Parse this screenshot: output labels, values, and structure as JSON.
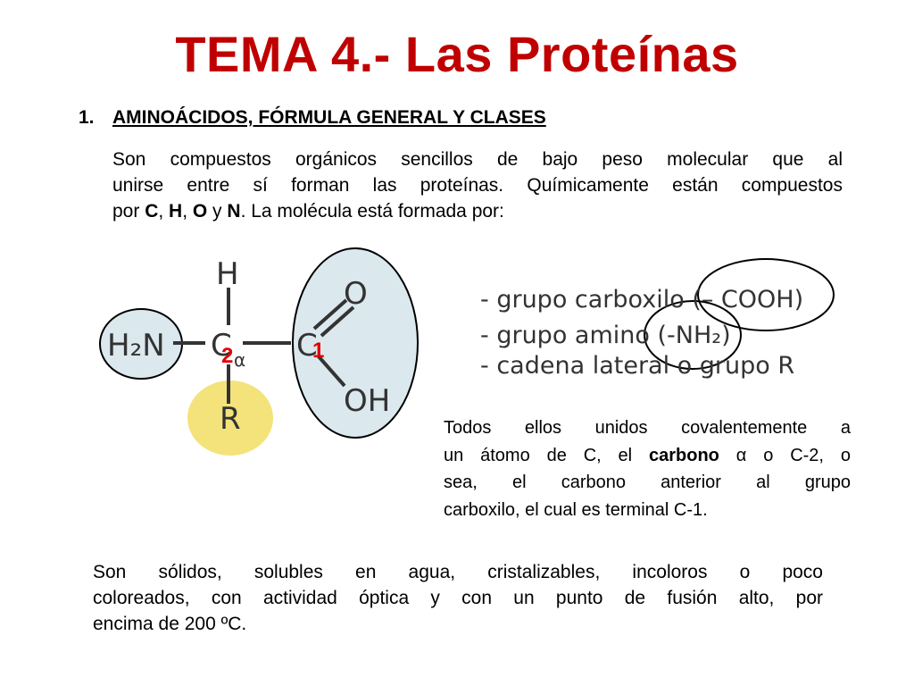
{
  "title": "TEMA 4.- Las Proteínas",
  "section": {
    "number": "1.",
    "heading": "AMINOÁCIDOS, FÓRMULA GENERAL Y CLASES"
  },
  "intro": {
    "l1": "Son compuestos orgánicos sencillos de bajo peso molecular que al",
    "l2": "unirse entre sí forman las proteínas. Químicamente están compuestos",
    "p3a": "por ",
    "C": "C",
    "sep1": ", ",
    "H": "H",
    "sep2": ", ",
    "O": "O",
    "sep3": " y ",
    "N": "N",
    "p3b": ". La molécula está formada por:"
  },
  "molecule": {
    "H": "H",
    "H2N": "H₂N",
    "C": "C",
    "alpha": "α",
    "R": "R",
    "C1": "C",
    "O": "O",
    "OH": "OH",
    "num2": "2",
    "num1": "1"
  },
  "groups": {
    "carboxyl": "- grupo carboxilo (– COOH)",
    "amino": "- grupo amino (-NH₂)",
    "side": "- cadena lateral o grupo R"
  },
  "carbon_text": {
    "l1": "Todos ellos unidos covalentemente a",
    "l2a": "un átomo de C, el ",
    "carbono": "carbono",
    "l2b": " α o C-2, o",
    "l3": "sea, el carbono anterior al grupo",
    "l4": "carboxilo, el cual es terminal C-1."
  },
  "properties": {
    "l1": "Son sólidos, solubles en agua, cristalizables, incoloros o poco",
    "l2": "coloreados, con actividad óptica y con un punto de fusión alto, por",
    "l3": "encima de 200 ºC."
  },
  "colors": {
    "title": "#c00000",
    "ellipse_fill": "#dbe8ee",
    "r_fill": "#f3e37a",
    "numbers": "#e00000"
  }
}
